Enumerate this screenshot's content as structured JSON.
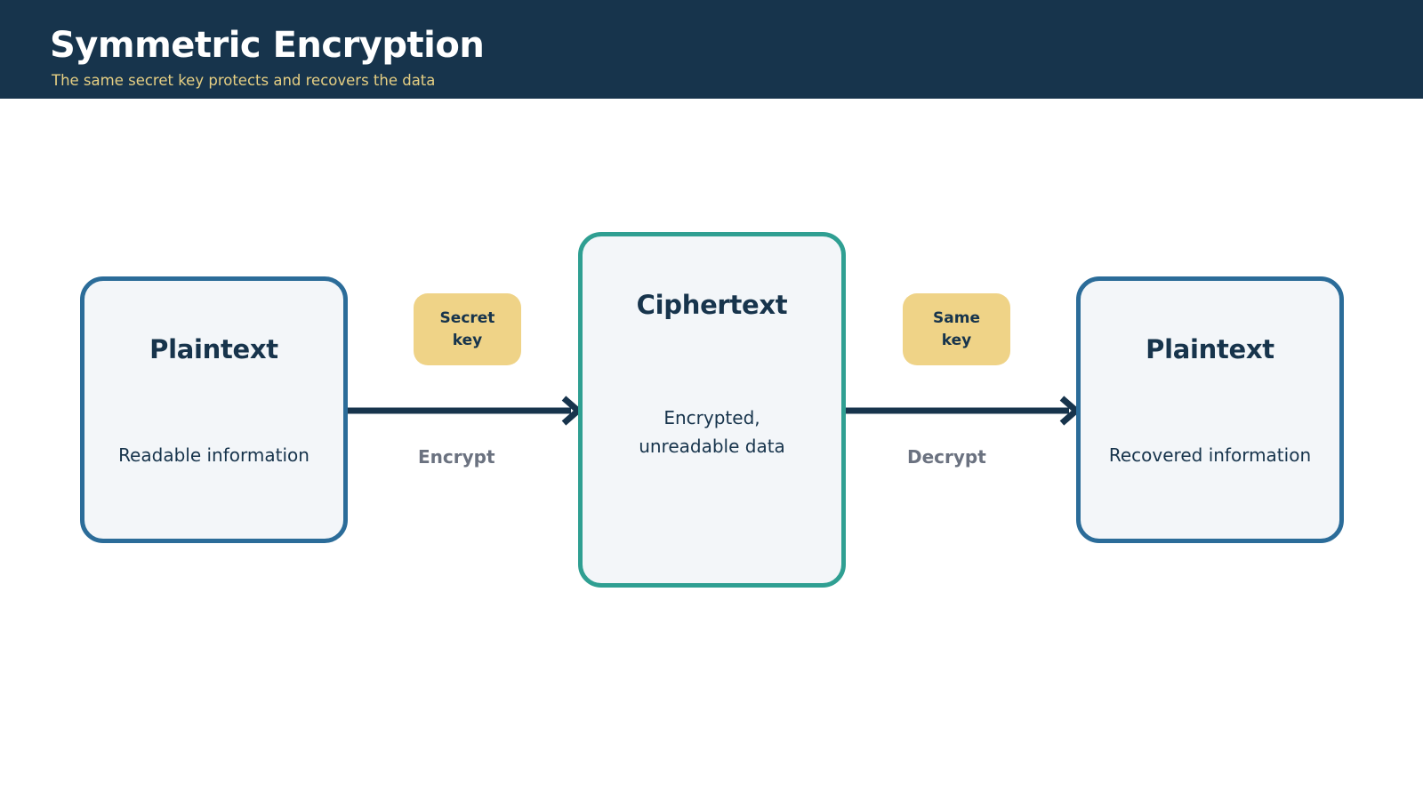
{
  "header": {
    "title": "Symmetric Encryption",
    "subtitle": "The same secret key protects and recovers the data"
  },
  "diagram": {
    "nodes": [
      {
        "id": "plaintext-source",
        "title": "Plaintext",
        "description": "Readable information"
      },
      {
        "id": "ciphertext",
        "title": "Ciphertext",
        "description": "Encrypted, unreadable data"
      },
      {
        "id": "plaintext-recovered",
        "title": "Plaintext",
        "description": "Recovered information"
      }
    ],
    "edges": [
      {
        "from": "plaintext-source",
        "to": "ciphertext",
        "label": "Encrypt",
        "key": "Secret key"
      },
      {
        "from": "ciphertext",
        "to": "plaintext-recovered",
        "label": "Decrypt",
        "key": "Same key"
      }
    ]
  },
  "colors": {
    "header_bg": "#17344c",
    "plaintext_border": "#2b6c99",
    "ciphertext_border": "#2f9f92",
    "key_bg": "#efd387",
    "arrow": "#17344c"
  }
}
